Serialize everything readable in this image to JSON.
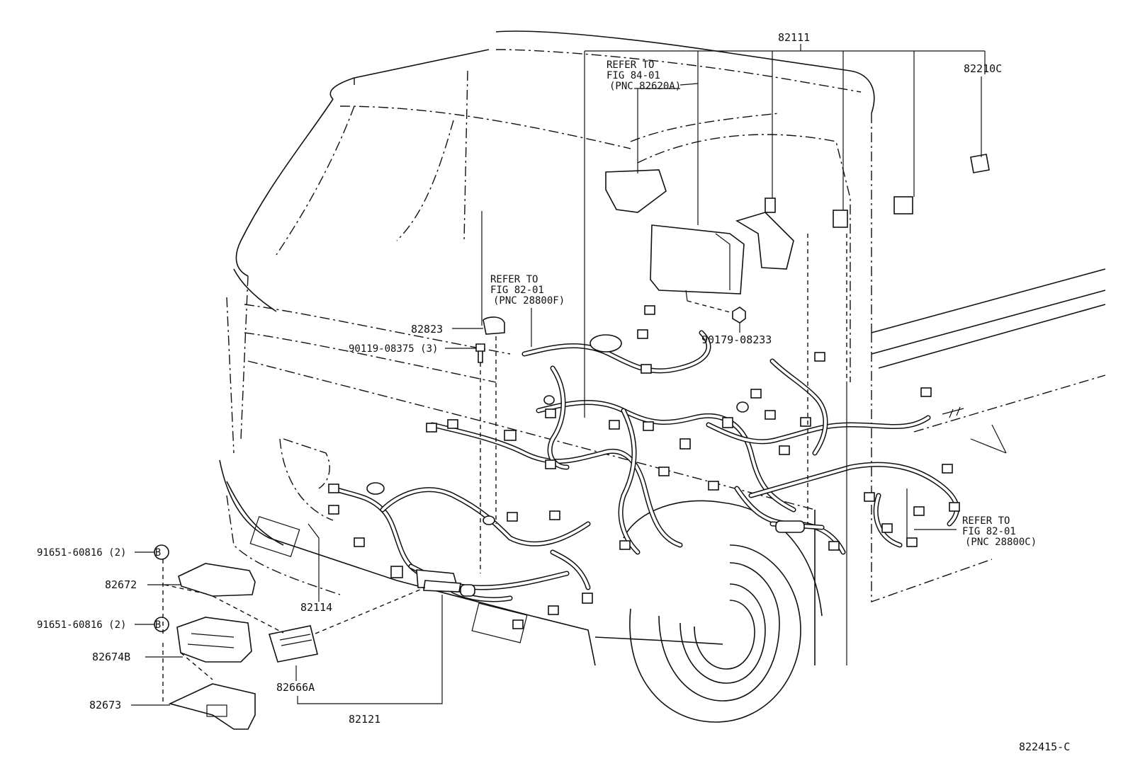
{
  "diagram": {
    "figure_code": "822415-C",
    "circle_marker": "B",
    "labels": {
      "p82111": "82111",
      "p82210c": "82210C",
      "refer_84_line1": "REFER TO",
      "refer_84_line2": "FIG 84-01",
      "refer_84_line3": "(PNC 82620A)",
      "refer_82a_line1": "REFER TO",
      "refer_82a_line2": "FIG 82-01",
      "refer_82a_line3": "(PNC 28800F)",
      "p82823": "82823",
      "p90119": "90119-08375 (3)",
      "p90179": "90179-08233",
      "refer_82b_line1": "REFER TO",
      "refer_82b_line2": "FIG 82-01",
      "refer_82b_line3": "(PNC 28800C)",
      "p91651_a": "91651-60816 (2)",
      "p82672": "82672",
      "p82114": "82114",
      "p91651_b": "91651-60816 (2)",
      "p82674b": "82674B",
      "p82666a": "82666A",
      "p82673": "82673",
      "p82121": "82121"
    }
  }
}
